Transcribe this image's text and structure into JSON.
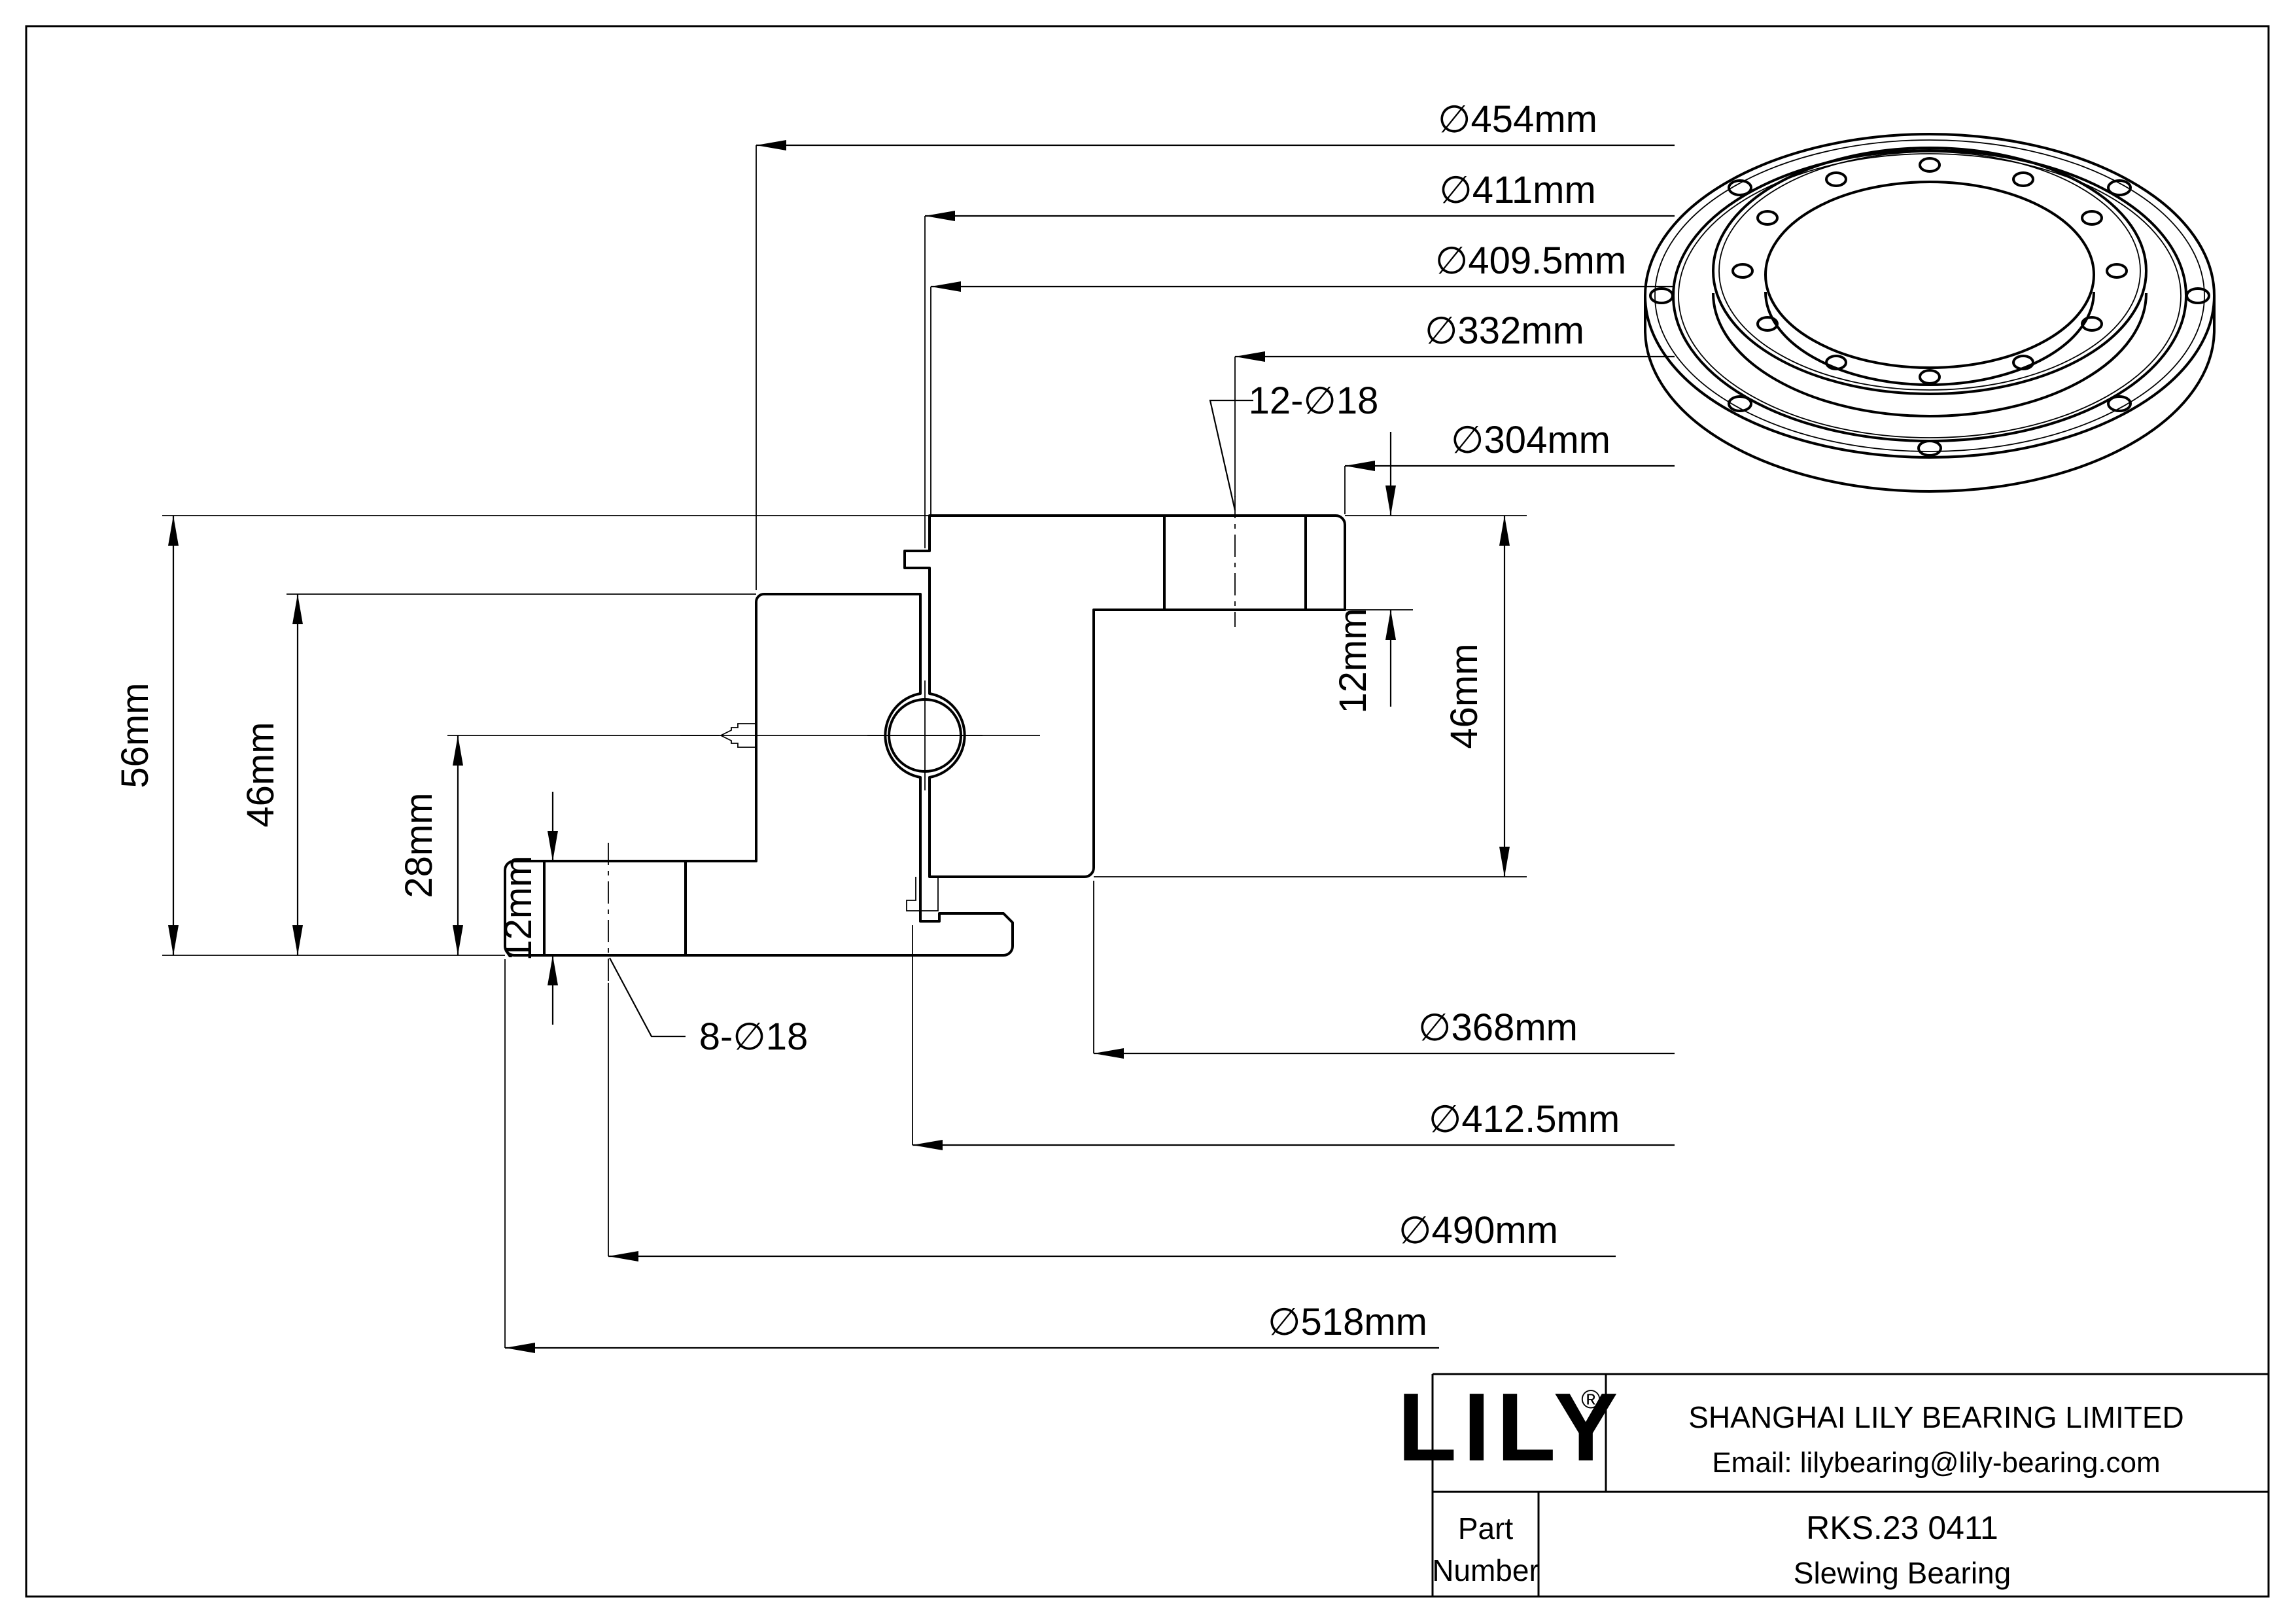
{
  "page": {
    "background": "#ffffff",
    "line_color": "#000000"
  },
  "dimensions": {
    "top": [
      {
        "id": "d454",
        "label": "∅454mm"
      },
      {
        "id": "d411",
        "label": "∅411mm"
      },
      {
        "id": "d4095",
        "label": "∅409.5mm"
      },
      {
        "id": "d332",
        "label": "∅332mm"
      },
      {
        "id": "d304",
        "label": "∅304mm"
      }
    ],
    "bottom": [
      {
        "id": "d368",
        "label": "∅368mm"
      },
      {
        "id": "d4125",
        "label": "∅412.5mm"
      },
      {
        "id": "d490",
        "label": "∅490mm"
      },
      {
        "id": "d518",
        "label": "∅518mm"
      }
    ],
    "left": [
      {
        "id": "h56",
        "label": "56mm"
      },
      {
        "id": "h46",
        "label": "46mm"
      },
      {
        "id": "h28",
        "label": "28mm"
      },
      {
        "id": "h12",
        "label": "12mm"
      }
    ],
    "right": [
      {
        "id": "h12r",
        "label": "12mm"
      },
      {
        "id": "h46r",
        "label": "46mm"
      }
    ],
    "hole_callouts": [
      {
        "id": "inner_ring_holes",
        "label": "12-∅18"
      },
      {
        "id": "outer_ring_holes",
        "label": "8-∅18"
      }
    ]
  },
  "title_block": {
    "logo": "LILY",
    "logo_reg": "®",
    "company": "SHANGHAI LILY BEARING LIMITED",
    "email": "Email: lilybearing@lily-bearing.com",
    "part_label_line1": "Part",
    "part_label_line2": "Number",
    "part_number": "RKS.23 0411",
    "part_type": "Slewing Bearing"
  }
}
